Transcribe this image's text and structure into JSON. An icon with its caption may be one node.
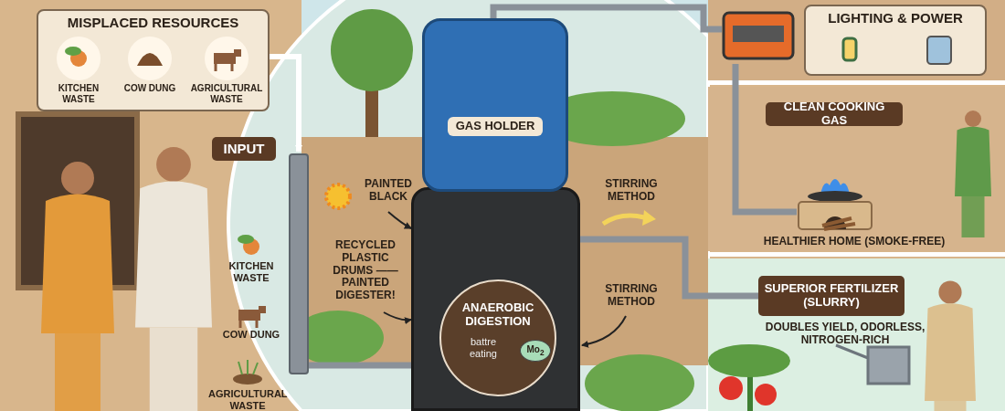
{
  "diagram": {
    "nodes": [
      {
        "text": [
          "MISPLACED RESOURCES"
        ]
      },
      {
        "text": [
          "KITCHEN WASTE"
        ],
        "in": 0
      },
      {
        "text": [
          "COW DUNG"
        ],
        "in": 0
      },
      {
        "text": [
          "AGRICULTURAL WASTE"
        ],
        "in": 0
      },
      {
        "text": [
          "INPUT"
        ]
      },
      {
        "text": [],
        "shape": "picture"
      },
      {
        "text": [],
        "shape": "cylinder"
      },
      {
        "text": [
          "GAS HOLDER"
        ]
      },
      {
        "text": [
          "ANAEROBIC DIGESTION",
          "battre eating"
        ],
        "in": 6
      },
      {
        "text": [
          "Mo$_{2}$"
        ],
        "in": 8
      },
      {
        "text": [
          "PAINTED BLACK"
        ]
      },
      {
        "text": [
          "RECYCLED PLASTIC DRUMS —— PAINTED DIGESTER!"
        ]
      },
      {
        "text": [
          "STIRRING METHOD"
        ]
      },
      {
        "text": [],
        "shape": "picture"
      },
      {
        "text": [
          "LIGHTING & POWER"
        ]
      },
      {
        "text": [
          "CLEAN COOKING GAS"
        ]
      },
      {
        "text": [],
        "shape": "picture"
      },
      {
        "text": [
          "SUPERIOR FERTILIZER (SLURRY)"
        ],
        "beside": [
          "DOUBLES YIELD, ODORLESS, NITROGEN-RICH"
        ]
      }
    ],
    "edges": [
      {
        "from": 0,
        "to": 5,
        "arrow": "to",
        "color": "#ffffff"
      },
      {
        "from": 5,
        "to": 6,
        "arrow": "none",
        "color": "#8a9199"
      },
      {
        "from": 7,
        "to": 13,
        "arrow": "none",
        "color": "#8a9199"
      },
      {
        "from": 10,
        "to": 6,
        "arrow": "to",
        "color": "#222222"
      },
      {
        "from": 11,
        "to": 6,
        "arrow": "to",
        "color": "#222222"
      },
      {
        "from": 12,
        "to": 6,
        "arrow": "to",
        "color": "#222222"
      },
      {
        "from": 6,
        "to": 17,
        "arrow": "none",
        "color": "#8a9199"
      },
      {
        "from": 13,
        "to": 16,
        "arrow": "none",
        "color": "#8a9199"
      }
    ],
    "labels": [
      "KITCHEN WASTE",
      "COW DUNG",
      "AGRICULTURAL WASTE",
      "STIRRING METHOD",
      "HEALTHIER HOME (SMOKE-FREE)"
    ]
  }
}
